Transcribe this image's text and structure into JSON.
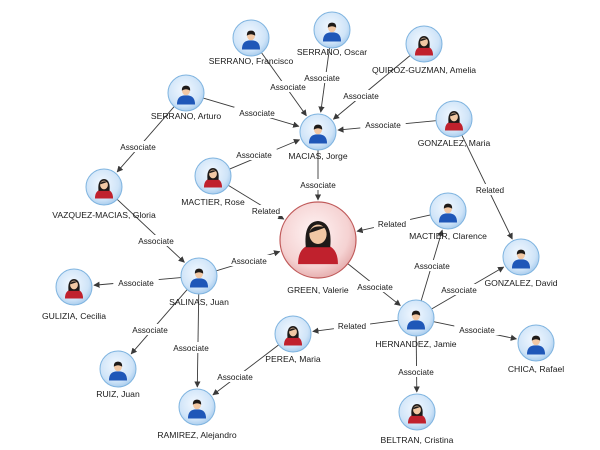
{
  "nodes": [
    {
      "id": "green-valerie",
      "label": "GREEN, Valerie",
      "gender": "female",
      "focus": true
    },
    {
      "id": "serrano-francisco",
      "label": "SERRANO, Francisco",
      "gender": "male"
    },
    {
      "id": "serrano-oscar",
      "label": "SERRANO, Oscar",
      "gender": "male"
    },
    {
      "id": "quiroz-guzman-amelia",
      "label": "QUIROZ-GUZMAN, Amelia",
      "gender": "female"
    },
    {
      "id": "serrano-arturo",
      "label": "SERRANO, Arturo",
      "gender": "male"
    },
    {
      "id": "macias-jorge",
      "label": "MACIAS, Jorge",
      "gender": "male"
    },
    {
      "id": "gonzalez-maria",
      "label": "GONZALEZ, Maria",
      "gender": "female"
    },
    {
      "id": "mactier-rose",
      "label": "MACTIER, Rose",
      "gender": "female"
    },
    {
      "id": "vazquez-macias-gloria",
      "label": "VAZQUEZ-MACIAS, Gloria",
      "gender": "female"
    },
    {
      "id": "mactier-clarence",
      "label": "MACTIER, Clarence",
      "gender": "male"
    },
    {
      "id": "salinas-juan",
      "label": "SALINAS, Juan",
      "gender": "male"
    },
    {
      "id": "gulizia-cecilia",
      "label": "GULIZIA, Cecilia",
      "gender": "female"
    },
    {
      "id": "gonzalez-david",
      "label": "GONZALEZ, David",
      "gender": "male"
    },
    {
      "id": "hernandez-jamie",
      "label": "HERNANDEZ, Jamie",
      "gender": "male"
    },
    {
      "id": "perea-maria",
      "label": "PEREA, Maria",
      "gender": "female"
    },
    {
      "id": "ruiz-juan",
      "label": "RUIZ, Juan",
      "gender": "male"
    },
    {
      "id": "chica-rafael",
      "label": "CHICA, Rafael",
      "gender": "male"
    },
    {
      "id": "ramirez-alejandro",
      "label": "RAMIREZ, Alejandro",
      "gender": "male"
    },
    {
      "id": "beltran-cristina",
      "label": "BELTRAN, Cristina",
      "gender": "female"
    }
  ],
  "edges": [
    {
      "from": "serrano-francisco",
      "to": "macias-jorge",
      "label": "Associate"
    },
    {
      "from": "serrano-oscar",
      "to": "macias-jorge",
      "label": "Associate"
    },
    {
      "from": "quiroz-guzman-amelia",
      "to": "macias-jorge",
      "label": "Associate"
    },
    {
      "from": "serrano-arturo",
      "to": "macias-jorge",
      "label": "Associate"
    },
    {
      "from": "gonzalez-maria",
      "to": "macias-jorge",
      "label": "Associate"
    },
    {
      "from": "mactier-rose",
      "to": "macias-jorge",
      "label": "Associate"
    },
    {
      "from": "macias-jorge",
      "to": "green-valerie",
      "label": "Associate"
    },
    {
      "from": "mactier-rose",
      "to": "green-valerie",
      "label": "Related"
    },
    {
      "from": "serrano-arturo",
      "to": "vazquez-macias-gloria",
      "label": "Associate"
    },
    {
      "from": "gonzalez-maria",
      "to": "gonzalez-david",
      "label": "Related"
    },
    {
      "from": "mactier-clarence",
      "to": "green-valerie",
      "label": "Related"
    },
    {
      "from": "vazquez-macias-gloria",
      "to": "salinas-juan",
      "label": "Associate"
    },
    {
      "from": "salinas-juan",
      "to": "green-valerie",
      "label": "Associate"
    },
    {
      "from": "salinas-juan",
      "to": "gulizia-cecilia",
      "label": "Associate"
    },
    {
      "from": "hernandez-jamie",
      "to": "mactier-clarence",
      "label": "Associate"
    },
    {
      "from": "hernandez-jamie",
      "to": "gonzalez-david",
      "label": "Associate"
    },
    {
      "from": "green-valerie",
      "to": "hernandez-jamie",
      "label": "Associate"
    },
    {
      "from": "hernandez-jamie",
      "to": "perea-maria",
      "label": "Related"
    },
    {
      "from": "hernandez-jamie",
      "to": "chica-rafael",
      "label": "Associate"
    },
    {
      "from": "hernandez-jamie",
      "to": "beltran-cristina",
      "label": "Associate"
    },
    {
      "from": "salinas-juan",
      "to": "ruiz-juan",
      "label": "Associate"
    },
    {
      "from": "salinas-juan",
      "to": "ramirez-alejandro",
      "label": "Associate"
    },
    {
      "from": "perea-maria",
      "to": "ramirez-alejandro",
      "label": "Associate"
    }
  ],
  "colors": {
    "node_ring": "#7fb4e0",
    "node_fill": "#d4e9fb",
    "male_shirt": "#1f57b8",
    "female_shirt": "#c0212d",
    "skin": "#f2c8a4",
    "hair_dark": "#1e1a18",
    "focus_fill": "#f7d6d6",
    "focus_ring": "#c05a5a",
    "edge": "#3a3a3a"
  }
}
